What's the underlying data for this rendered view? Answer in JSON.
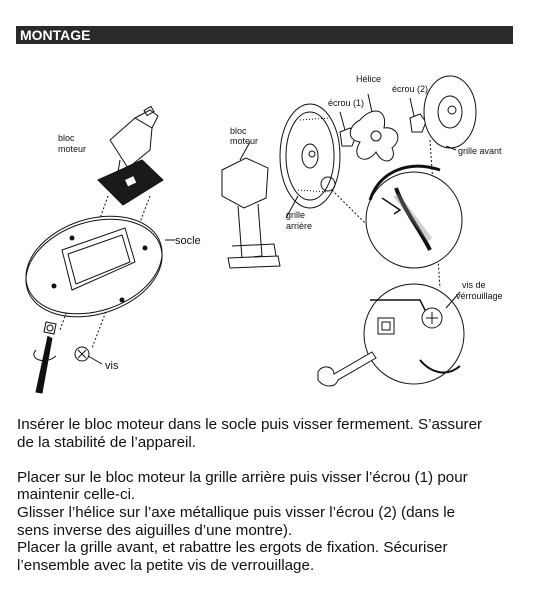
{
  "header": {
    "title": "MONTAGE"
  },
  "figure": {
    "labels": {
      "bloc_moteur_left_1": "bloc",
      "bloc_moteur_left_2": "moteur",
      "socle": "socle",
      "vis": "vis",
      "bloc_moteur_right_1": "bloc",
      "bloc_moteur_right_2": "moteur",
      "grille_arriere_1": "grille",
      "grille_arriere_2": "arrière",
      "helice": "Hélice",
      "ecrou_1": "écrou (1)",
      "ecrou_2": "écrou (2)",
      "grille_avant": "grille avant",
      "vis_verrouillage_1": "vis de",
      "vis_verrouillage_2": "vérrouillage"
    }
  },
  "instructions": {
    "p1_l1": "Insérer le bloc moteur dans le socle puis visser fermement. S’assurer",
    "p1_l2": "de la stabilité de l’appareil.",
    "p2_l1": "Placer sur le bloc moteur la grille arrière puis visser l’écrou (1) pour",
    "p2_l2": "maintenir celle-ci.",
    "p2_l3": "Glisser l’hélice sur l’axe métallique puis visser l’écrou (2) (dans le",
    "p2_l4": "sens inverse des aiguilles d’une montre).",
    "p2_l5": "Placer la grille avant, et rabattre les ergots de fixation. Sécuriser",
    "p2_l6": "l’ensemble avec la petite vis de verrouillage."
  }
}
